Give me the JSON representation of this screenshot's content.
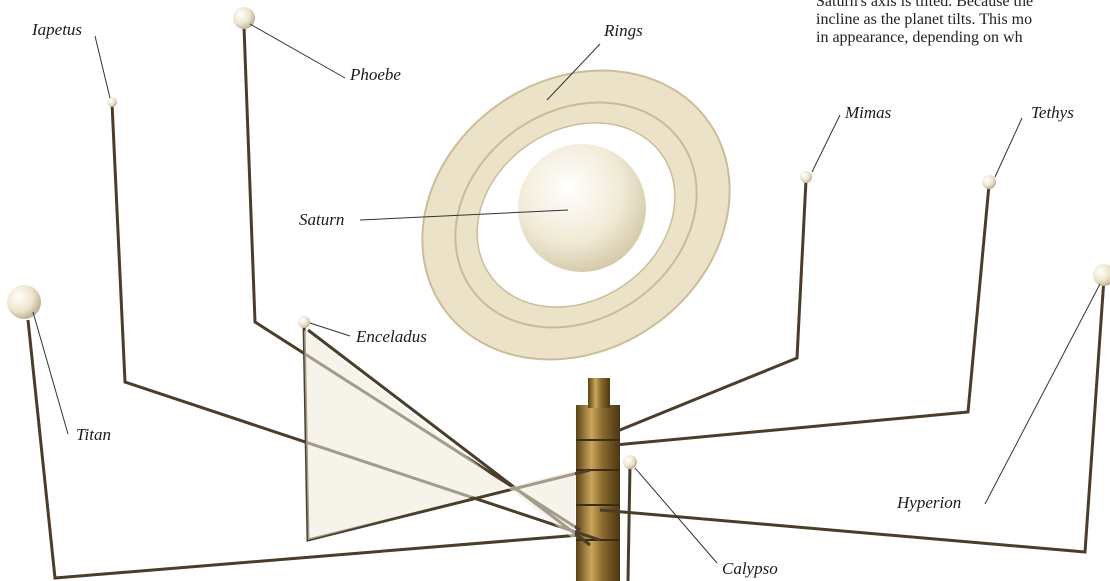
{
  "caption_lines": [
    "Saturn's axis is tilted. Because the",
    "incline as the planet tilts. This mo",
    "in appearance, depending on wh"
  ],
  "labels": {
    "iapetus": "Iapetus",
    "phoebe": "Phoebe",
    "rings": "Rings",
    "mimas": "Mimas",
    "tethys": "Tethys",
    "saturn": "Saturn",
    "enceladus": "Enceladus",
    "titan": "Titan",
    "hyperion": "Hyperion",
    "calypso": "Calypso"
  },
  "colors": {
    "ring": "#efe6cf",
    "planet": "#f4eedb",
    "brass": "#8a6a2e",
    "wire": "#2e2a22",
    "leader": "#333333"
  }
}
